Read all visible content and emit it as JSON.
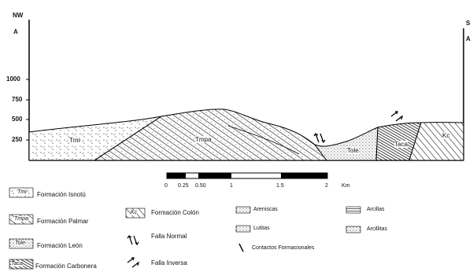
{
  "section": {
    "direction_left": "NW",
    "direction_right": "S",
    "point_left": "A",
    "point_right": "A",
    "elevation_ticks": [
      "1000",
      "750",
      "500",
      "250"
    ],
    "formation_labels": {
      "tmi": "Tmi",
      "tmpa": "Tmpa",
      "tole": "Tole",
      "taca": "Taca",
      "kc": "Kc"
    }
  },
  "scale_bar": {
    "ticks": [
      "0",
      "0.25",
      "0.50",
      "1",
      "1.5",
      "2"
    ],
    "unit": "Km"
  },
  "legend": {
    "formations": [
      {
        "code": "Tmi",
        "label": "Formación Isnotú"
      },
      {
        "code": "Tmpa",
        "label": "Formación Palmar"
      },
      {
        "code": "Tole",
        "label": "Formación León"
      },
      {
        "code": "Taca",
        "label": "Formación Carbonera"
      },
      {
        "code": "Kc",
        "label": "Formación Colón"
      }
    ],
    "structures": [
      {
        "label": "Falla Normal",
        "icon": "normal-fault-icon"
      },
      {
        "label": "Falla Inversa",
        "icon": "reverse-fault-icon"
      }
    ],
    "lithology": [
      {
        "label": "Areniscas"
      },
      {
        "label": "Lutitas"
      },
      {
        "label": "Arcillas"
      },
      {
        "label": "Arcillitas"
      }
    ],
    "contacts": {
      "label": "Contactos Formacionales"
    }
  }
}
